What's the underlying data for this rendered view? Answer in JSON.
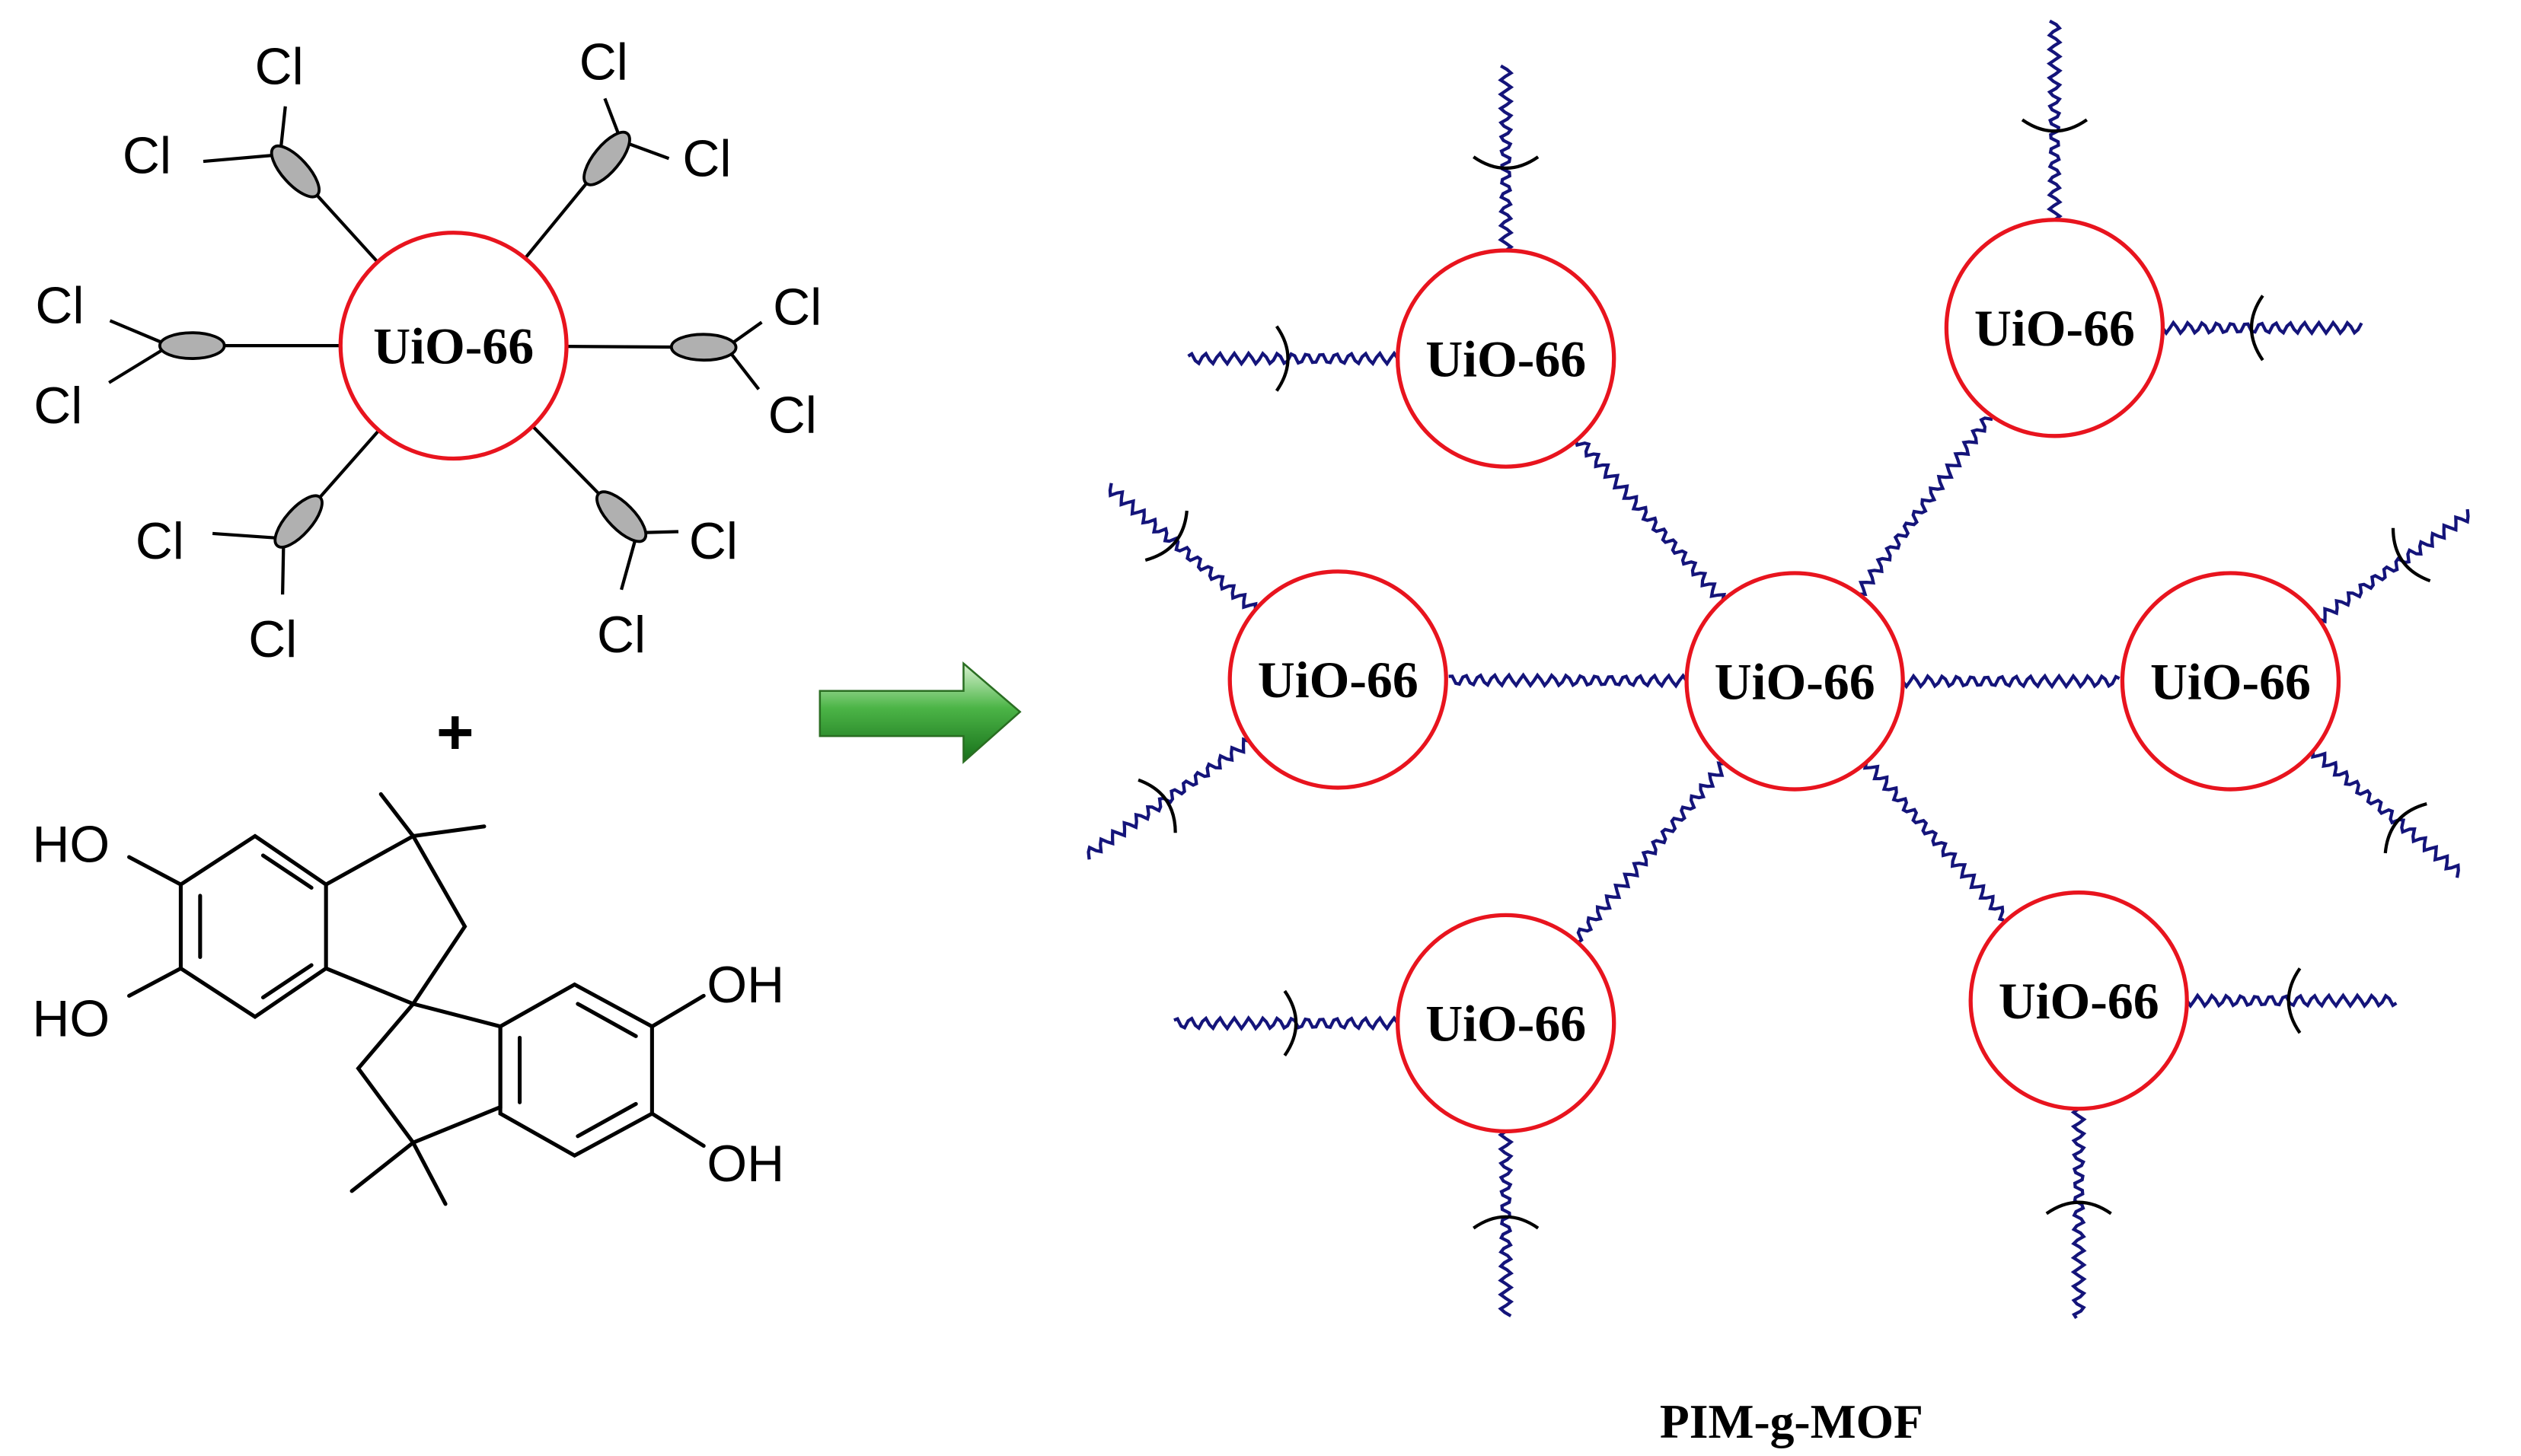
{
  "figure": {
    "plus_sign": "+",
    "product_label": "PIM-g-MOF",
    "colors": {
      "mof_circle": "#e8141e",
      "polymer_chain": "#14147a",
      "arrow_fill": "#2e9a2a",
      "bond_line": "#000000",
      "ellipse_fill": "#b0b0b0"
    }
  },
  "reactant_mof": {
    "center_label": "UiO-66",
    "substituent_atoms": [
      "Cl",
      "Cl"
    ]
  },
  "monomer": {
    "hydroxyl_top_left": "HO",
    "hydroxyl_bottom_left": "HO",
    "hydroxyl_top_right": "OH",
    "hydroxyl_bottom_right": "OH"
  },
  "product_network": {
    "node_label": "UiO-66",
    "node_count": 7
  }
}
